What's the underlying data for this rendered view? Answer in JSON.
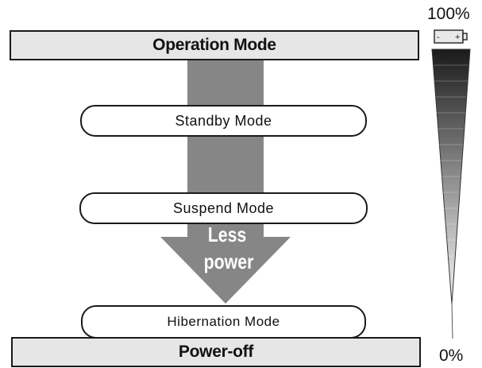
{
  "top_bar": {
    "label": "Operation Mode"
  },
  "bottom_bar": {
    "label": "Power-off"
  },
  "modes": [
    {
      "label": "Standby Mode"
    },
    {
      "label": "Suspend Mode"
    },
    {
      "label": "Hibernation Mode"
    }
  ],
  "arrow": {
    "line1": "Less",
    "line2": "power"
  },
  "battery_scale": {
    "top": "100%",
    "bottom": "0%",
    "icon": "battery-icon",
    "minus": "-",
    "plus": "+"
  },
  "colors": {
    "arrow": "#868686",
    "bar_fill": "#e6e6e6",
    "gauge_dark": "#1a1a1a",
    "gauge_light": "#f2f2f2"
  }
}
